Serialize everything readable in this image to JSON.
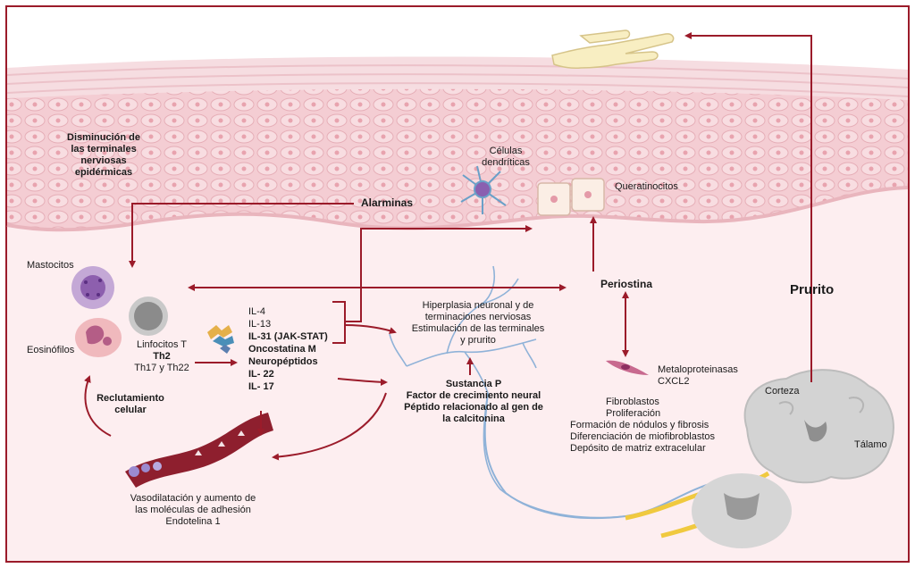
{
  "labels": {
    "nerve_decrease": [
      "Disminución de",
      "las terminales",
      "nerviosas",
      "epidérmicas"
    ],
    "dendritic": [
      "Células",
      "dendríticas"
    ],
    "keratinocytes": "Queratinocitos",
    "alarmins": "Alarminas",
    "mastocytes": "Mastocitos",
    "eosinophils": "Eosinófilos",
    "lymphocytes": [
      "Linfocitos T",
      "Th2",
      "Th17 y Th22"
    ],
    "cytokines": [
      "IL-4",
      "IL-13",
      "IL-31 (JAK-STAT)",
      "Oncostatina M",
      "Neuropéptidos",
      "IL- 22",
      "IL- 17"
    ],
    "recruitment": [
      "Reclutamiento",
      "celular"
    ],
    "vasodilation": [
      "Vasodilatación y aumento de",
      "las moléculas de adhesión",
      "Endotelina 1"
    ],
    "hyperplasia": [
      "Hiperplasia neuronal y de",
      "terminaciones nerviosas",
      "Estimulación de las terminales",
      "y prurito"
    ],
    "substance_p": [
      "Sustancia P",
      "Factor de crecimiento neural",
      "Péptido relacionado al gen de",
      "la calcitonina"
    ],
    "periostin": "Periostina",
    "metalloproteinases": [
      "Metaloproteinasas",
      "CXCL2"
    ],
    "fibroblasts": [
      "Fibroblastos",
      "Proliferación",
      "Formación de nódulos y fibrosis",
      "Diferenciación de miofibroblastos",
      "Depósito de matriz extracelular"
    ],
    "pruritus": "Prurito",
    "cortex": "Corteza",
    "thalamus": "Tálamo"
  },
  "colors": {
    "arrow": "#9b1b2a",
    "dermis": "#fbe6ea",
    "epidermis": "#f3c9cf",
    "nerve": "#7aa3d4",
    "brain": "#c9c9c9"
  }
}
